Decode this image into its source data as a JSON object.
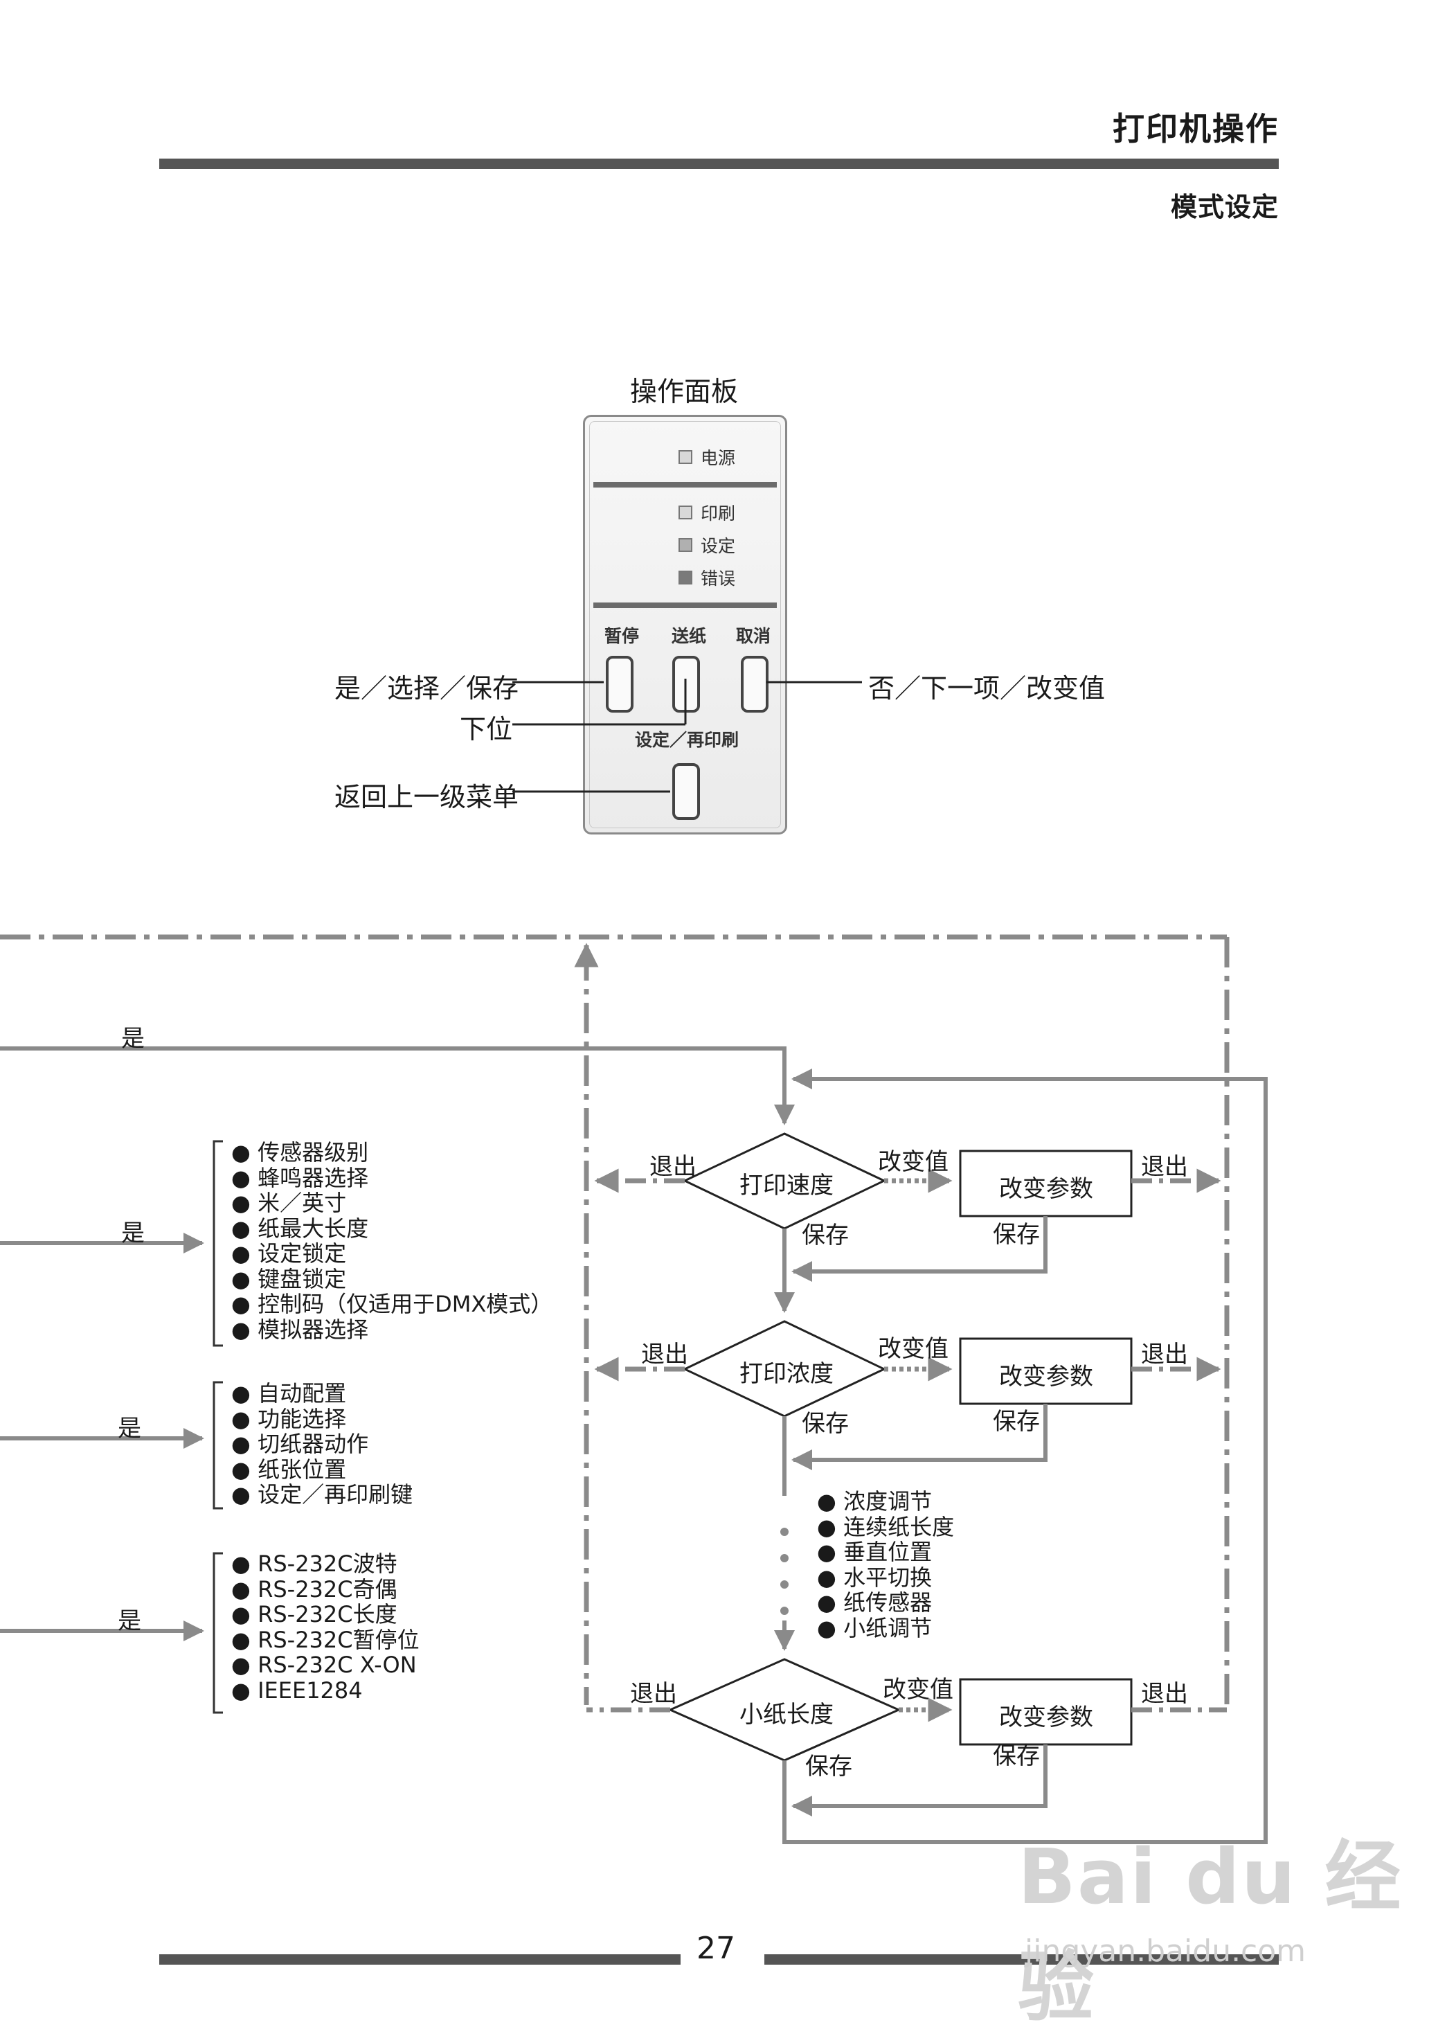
{
  "header": {
    "title": "打印机操作",
    "subtitle": "模式设定"
  },
  "panel": {
    "title": "操作面板",
    "leds": [
      "电源",
      "印刷",
      "设定",
      "错误"
    ],
    "buttons": [
      "暂停",
      "送纸",
      "取消"
    ],
    "bottom_button_label": "设定／再印刷"
  },
  "callouts": {
    "yes_select_save": "是／选择／保存",
    "down": "下位",
    "back": "返回上一级菜单",
    "no_next_change": "否／下一项／改变值"
  },
  "flow": {
    "yes": "是",
    "exit": "退出",
    "change_value": "改变值",
    "save": "保存",
    "change_param": "改变参数",
    "diamonds": [
      "打印速度",
      "打印浓度",
      "小纸长度"
    ],
    "mid_list": [
      "浓度调节",
      "连续纸长度",
      "垂直位置",
      "水平切换",
      "纸传感器",
      "小纸调节"
    ]
  },
  "lists": {
    "list1": [
      "传感器级别",
      "蜂鸣器选择",
      "米／英寸",
      "纸最大长度",
      "设定锁定",
      "键盘锁定",
      "控制码（仅适用于DMX模式）",
      "模拟器选择"
    ],
    "list2": [
      "自动配置",
      "功能选择",
      "切纸器动作",
      "纸张位置",
      "设定／再印刷键"
    ],
    "list3": [
      "RS-232C波特",
      "RS-232C奇偶",
      "RS-232C长度",
      "RS-232C暂停位",
      "RS-232C X-ON",
      "IEEE1284"
    ]
  },
  "footer": {
    "page_number": "27"
  },
  "watermark": {
    "logo": "Bai du 经验",
    "url": "jingyan.baidu.com"
  }
}
